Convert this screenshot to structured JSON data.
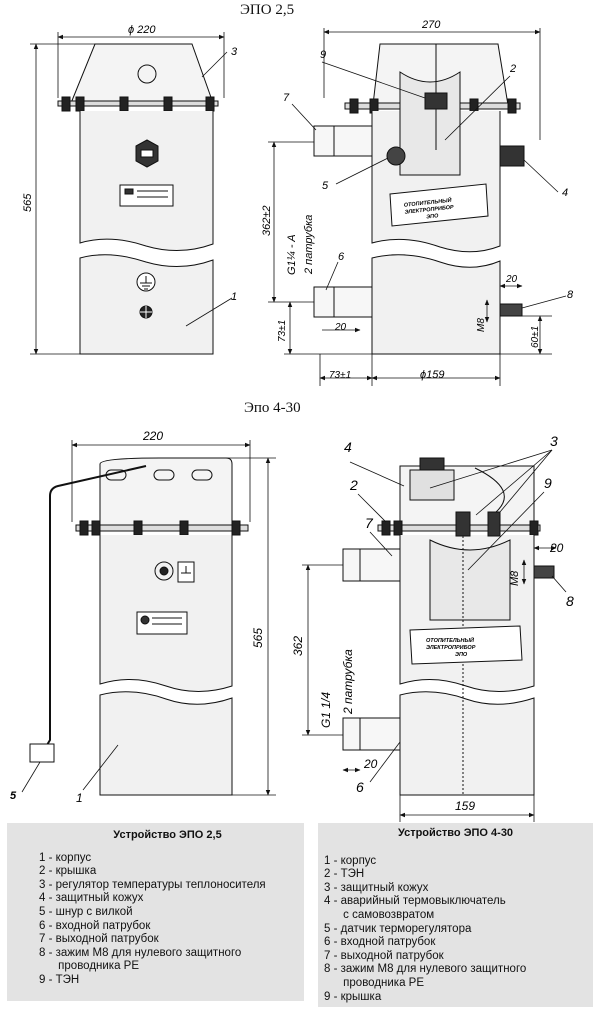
{
  "titles": {
    "top": "ЭПО 2,5",
    "bottom": "Эпо 4-30"
  },
  "top_drawing": {
    "dim_width_front": "ϕ 220",
    "dim_width_side": "270",
    "dim_height": "565",
    "dim_inlet_height": "362±2",
    "pipe_thread": "G1¼ - A",
    "pipe_thread_note": "2 патрубка",
    "dim_pipe_len": "20",
    "dim_pipe_bottom": "73±1",
    "dim_pipe_offset": "73±1",
    "dim_diameter": "ϕ159",
    "dim_clamp_len": "20",
    "dim_clamp_size": "М8",
    "dim_clamp_height": "60±1",
    "nameplate": [
      "ОТОПИТЕЛЬНЫЙ",
      "ЭЛЕКТРОПРИБОР",
      "ЭПО"
    ],
    "callouts": [
      "1",
      "2",
      "3",
      "4",
      "5",
      "6",
      "7",
      "8",
      "9"
    ]
  },
  "bottom_drawing": {
    "dim_width_front": "220",
    "dim_height": "565",
    "dim_inlet_height": "362",
    "pipe_thread": "G1 1/4",
    "pipe_thread_note": "2 патрубка",
    "dim_pipe_len": "20",
    "dim_clamp_len": "20",
    "dim_clamp_size": "М8",
    "dim_diameter": "159",
    "nameplate": [
      "ОТОПИТЕЛЬНЫЙ",
      "ЭЛЕКТРОПРИБОР",
      "ЭПО"
    ],
    "callouts": [
      "1",
      "2",
      "3",
      "4",
      "5",
      "6",
      "7",
      "8",
      "9"
    ]
  },
  "legend_left": {
    "title": "Устройство ЭПО 2,5",
    "items": [
      "1 - корпус",
      "2 - крышка",
      "3 - регулятор температуры теплоносителя",
      "4 - защитный кожух",
      "5 - шнур с вилкой",
      "6 - входной патрубок",
      "7 - выходной патрубок",
      "8 - зажим М8 для нулевого защитного",
      "      проводника PE",
      "9 - ТЭН"
    ]
  },
  "legend_right": {
    "title": "Устройство ЭПО 4-30",
    "items": [
      "1 - корпус",
      "2 - ТЭН",
      "3 - защитный кожух",
      "4 - аварийный термовыключатель",
      "      с самовозвратом",
      "5 - датчик терморегулятора",
      "6 - входной патрубок",
      "7 - выходной патрубок",
      "8 - зажим М8 для нулевого защитного",
      "      проводника PE",
      "9 - крышка"
    ]
  }
}
